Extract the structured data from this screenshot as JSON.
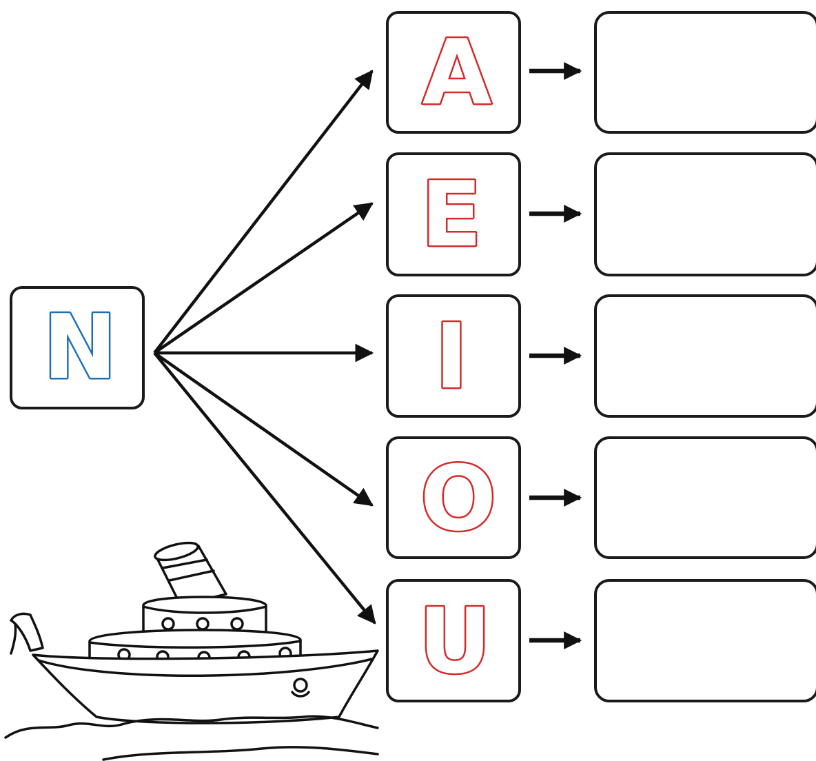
{
  "consonant": {
    "letter": "N",
    "color": "#1f6fb5"
  },
  "vowels": [
    {
      "letter": "A",
      "color": "#d42a2a"
    },
    {
      "letter": "E",
      "color": "#d42a2a"
    },
    {
      "letter": "I",
      "color": "#d42a2a"
    },
    {
      "letter": "O",
      "color": "#d42a2a"
    },
    {
      "letter": "U",
      "color": "#d42a2a"
    }
  ],
  "answers": [
    "",
    "",
    "",
    "",
    ""
  ],
  "illustration": {
    "icon": "ship-icon"
  }
}
